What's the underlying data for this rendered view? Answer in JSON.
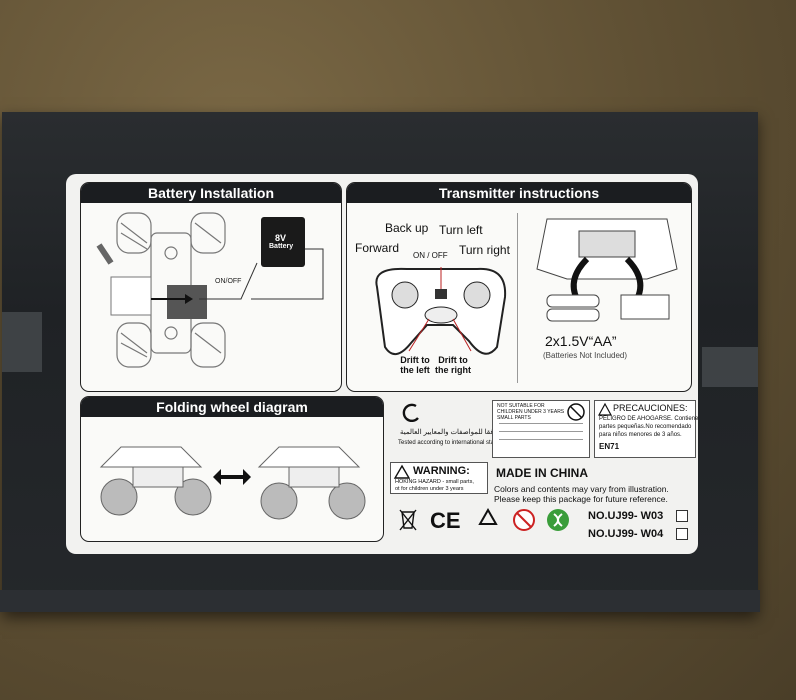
{
  "battery_installation": {
    "title": "Battery Installation",
    "switch_label": "ON/OFF",
    "battery_label_line1": "8V",
    "battery_label_line2": "Battery"
  },
  "transmitter": {
    "title": "Transmitter instructions",
    "back_up": "Back up",
    "turn_left": "Turn left",
    "forward": "Forward",
    "on_off": "ON / OFF",
    "turn_right": "Turn right",
    "drift_left": "Drift to the left",
    "drift_right": "Drift to the right",
    "batteries": "2x1.5V“AA”",
    "batteries_note": "(Batteries Not Included)"
  },
  "folding": {
    "title": "Folding wheel diagram"
  },
  "compliance": {
    "arabic_text": "صنعت وفقا للمواصفات والمعايير العالمية",
    "standards_text": "Tested according to international standards",
    "not_suitable": "NOT SUITABLE FOR CHILDREN UNDER 3 YEARS SMALL PARTS",
    "precauciones_title": "PRECAUCIONES:",
    "precauciones_line1": "PELIGRO DE AHOGARSE. Contiene",
    "precauciones_line2": "partes pequeñas.No recomendado",
    "precauciones_line3": "para niños menores de 3 años.",
    "en71": "EN71",
    "warning_title": "WARNING:",
    "warning_line1": "HOKING HAZARD - small parts,",
    "warning_line2": "ot for children under 3 years",
    "made_in": "MADE IN CHINA",
    "colors_line1": "Colors and contents may vary from illustration.",
    "colors_line2": "Please keep this package for future reference.",
    "ce_mark": "CE",
    "model_1": "NO.UJ99- W03",
    "model_2": "NO.UJ99- W04"
  }
}
